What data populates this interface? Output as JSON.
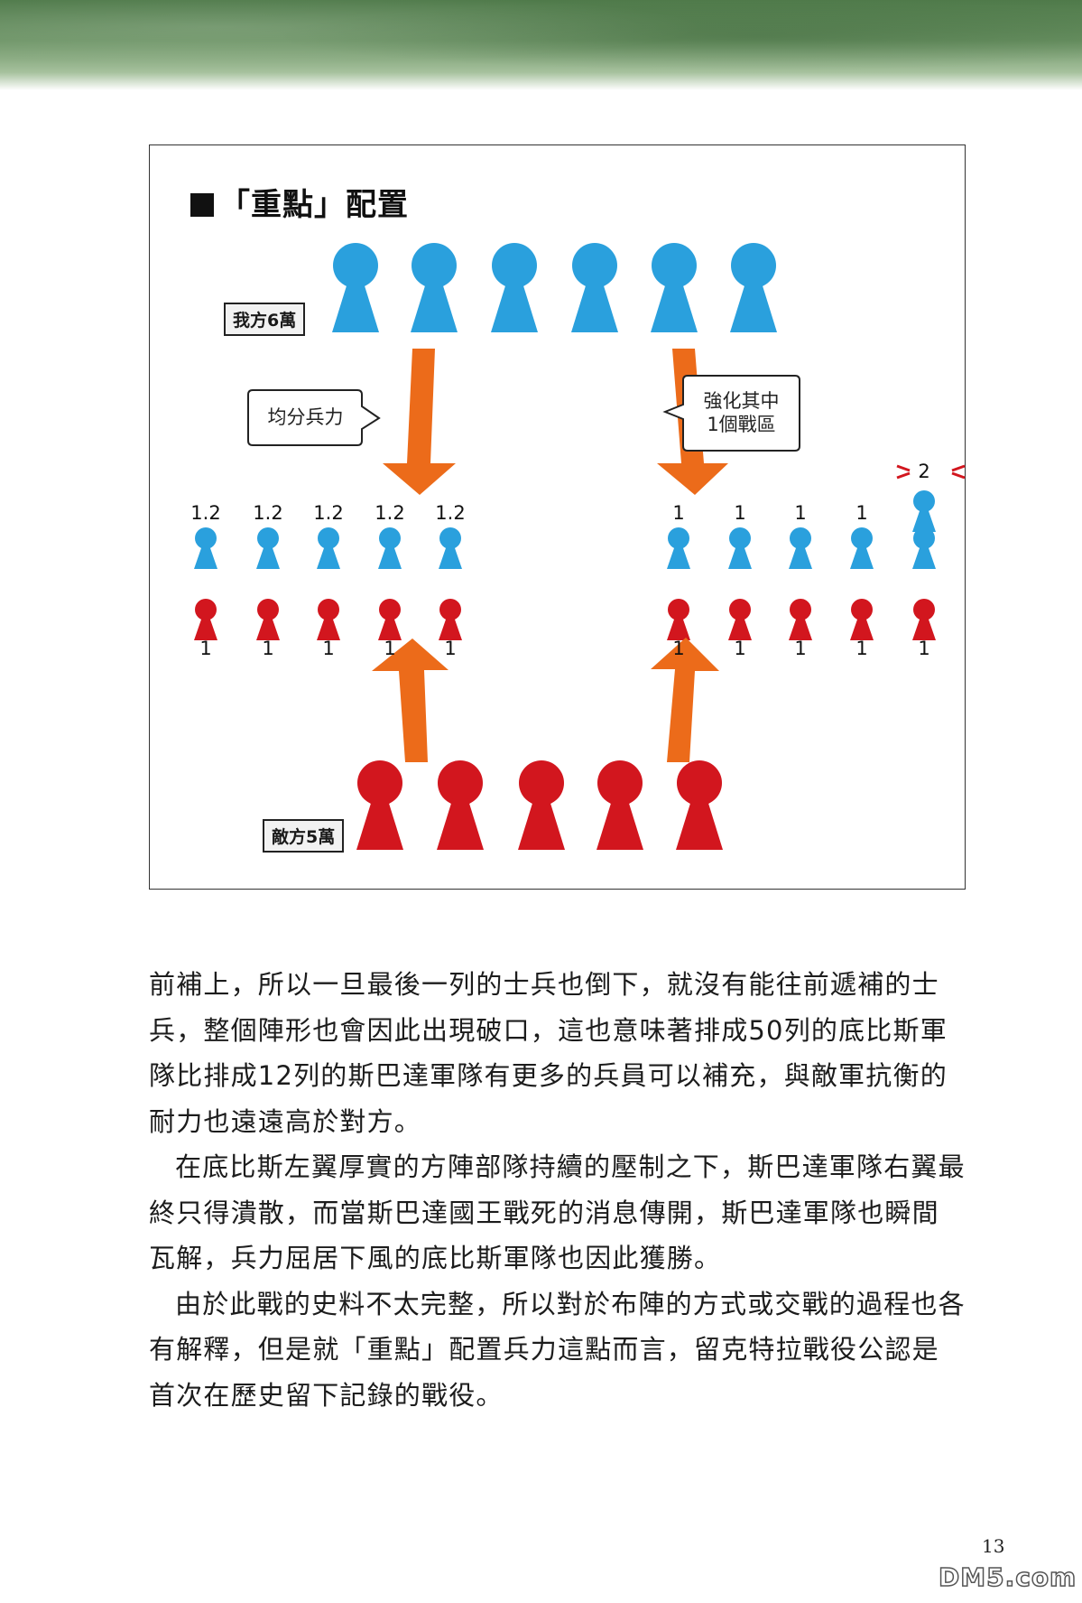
{
  "figure": {
    "title": "「重點」配置",
    "our_label": "我方6萬",
    "enemy_label": "敵方5萬",
    "left_callout": "均分兵力",
    "right_callout_line1": "強化其中",
    "right_callout_line2": "1個戰區",
    "left_blue_values": [
      "1.2",
      "1.2",
      "1.2",
      "1.2",
      "1.2"
    ],
    "left_red_values": [
      "1",
      "1",
      "1",
      "1",
      "1"
    ],
    "right_blue_values": [
      "1",
      "1",
      "1",
      "1"
    ],
    "right_emphasis_value": "2",
    "right_red_values": [
      "1",
      "1",
      "1",
      "1",
      "1"
    ],
    "colors": {
      "ours": "#2aa0dd",
      "enemy": "#d2161e",
      "arrow": "#ec6b1a"
    }
  },
  "body": {
    "p1": "前補上，所以一旦最後一列的士兵也倒下，就沒有能往前遞補的士兵，整個陣形也會因此出現破口，這也意味著排成50列的底比斯軍隊比排成12列的斯巴達軍隊有更多的兵員可以補充，與敵軍抗衡的耐力也遠遠高於對方。",
    "p2": "在底比斯左翼厚實的方陣部隊持續的壓制之下，斯巴達軍隊右翼最終只得潰散，而當斯巴達國王戰死的消息傳開，斯巴達軍隊也瞬間瓦解，兵力屈居下風的底比斯軍隊也因此獲勝。",
    "p3": "由於此戰的史料不太完整，所以對於布陣的方式或交戰的過程也各有解釋，但是就「重點」配置兵力這點而言，留克特拉戰役公認是首次在歷史留下記錄的戰役。"
  },
  "page_number": "13",
  "watermark": "DM5.com"
}
